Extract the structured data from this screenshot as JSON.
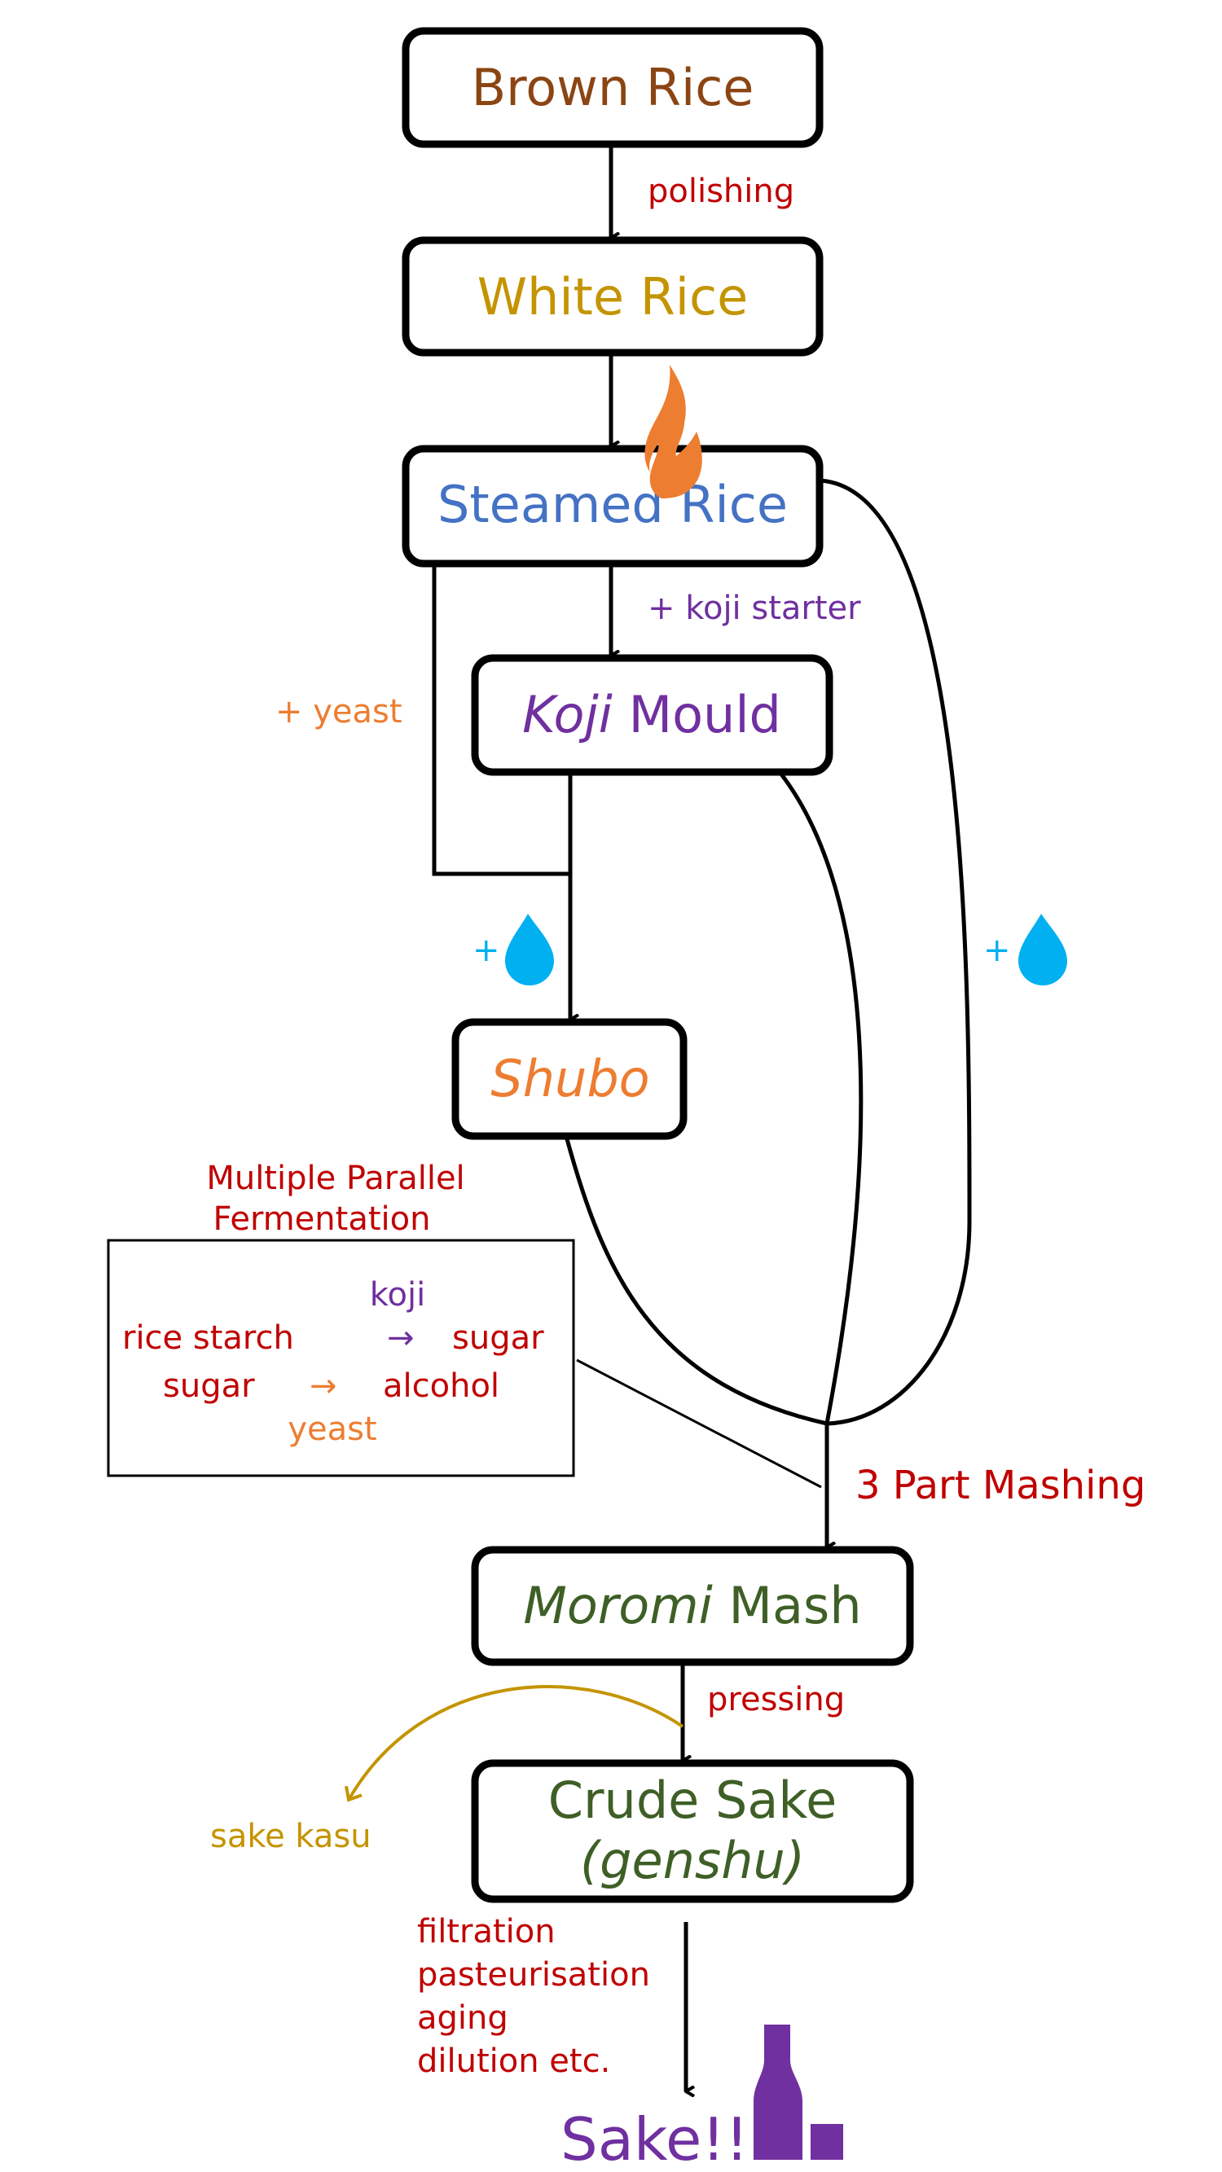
{
  "colors": {
    "brown": "#8B4513",
    "gold": "#C49400",
    "blue": "#4472C4",
    "purple": "#7030A0",
    "orange": "#ED7D31",
    "green": "#3E5F26",
    "red": "#C00000",
    "water": "#00B0F0",
    "line": "#000000"
  },
  "nodes": {
    "brown_rice": "Brown Rice",
    "white_rice": "White Rice",
    "steamed_rice": "Steamed Rice",
    "koji_mould": {
      "italic": "Koji",
      "rest": " Mould"
    },
    "shubo": "Shubo",
    "moromi_mash": {
      "italic": "Moromi",
      "rest": " Mash"
    },
    "crude_sake": {
      "line1": "Crude Sake",
      "line2": "(genshu)"
    },
    "sake": "Sake!!"
  },
  "edge_labels": {
    "polishing": "polishing",
    "koji_starter": "+ koji starter",
    "yeast": "+ yeast",
    "water_plus_left": "+",
    "water_plus_right": "+",
    "three_part_mashing": "3 Part Mashing",
    "pressing": "pressing",
    "sake_kasu": "sake kasu",
    "post_processing": [
      "filtration",
      "pasteurisation",
      "aging",
      "dilution etc."
    ]
  },
  "mpf": {
    "title_line1": "Multiple Parallel",
    "title_line2": "Fermentation",
    "koji": "koji",
    "reaction1_from": "rice starch",
    "reaction1_to": "sugar",
    "reaction2_from": "sugar",
    "reaction2_to": "alcohol",
    "yeast": "yeast",
    "arrow": "→"
  },
  "icons": {
    "steaming": "fire-icon",
    "water": "water-drop-icon",
    "sake": "sake-bottle-icon"
  }
}
